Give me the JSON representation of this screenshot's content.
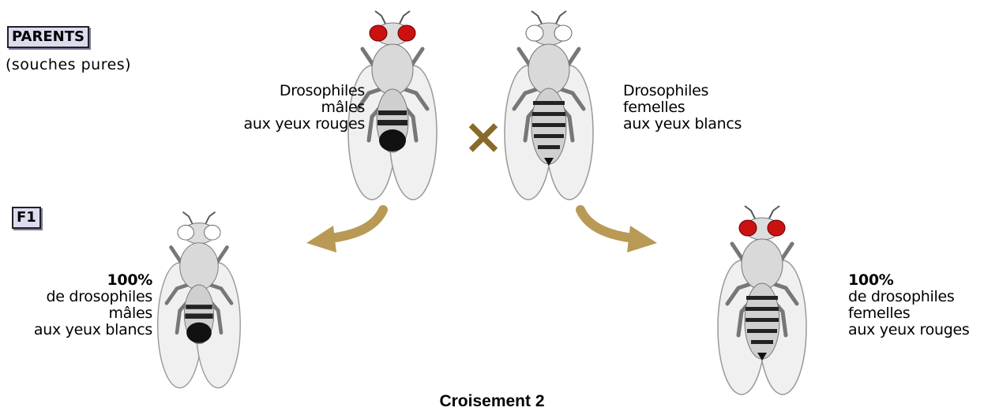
{
  "labels": {
    "parents_box": "PARENTS",
    "parents_sub": "(souches pures)",
    "f1_box": "F1"
  },
  "captions": {
    "parent_male": [
      "Drosophiles",
      "mâles",
      "aux yeux rouges"
    ],
    "parent_female": [
      "Drosophiles",
      "femelles",
      "aux yeux blancs"
    ],
    "f1_male": [
      "100%",
      "de drosophiles",
      "mâles",
      "aux yeux blancs"
    ],
    "f1_female": [
      "100%",
      "de drosophiles",
      "femelles",
      "aux yeux rouges"
    ]
  },
  "cross_symbol": "×",
  "title": "Croisement 2",
  "colors": {
    "red_eye": "#cc1111",
    "white_eye": "#ffffff",
    "arrow": "#b89a55",
    "cross": "#8a6a2a",
    "body": "#d9d9d9"
  },
  "icons": [
    "drosophila-male-red-eyes",
    "drosophila-female-white-eyes",
    "drosophila-male-white-eyes",
    "drosophila-female-red-eyes",
    "cross-icon",
    "arrow-left-icon",
    "arrow-right-icon"
  ]
}
